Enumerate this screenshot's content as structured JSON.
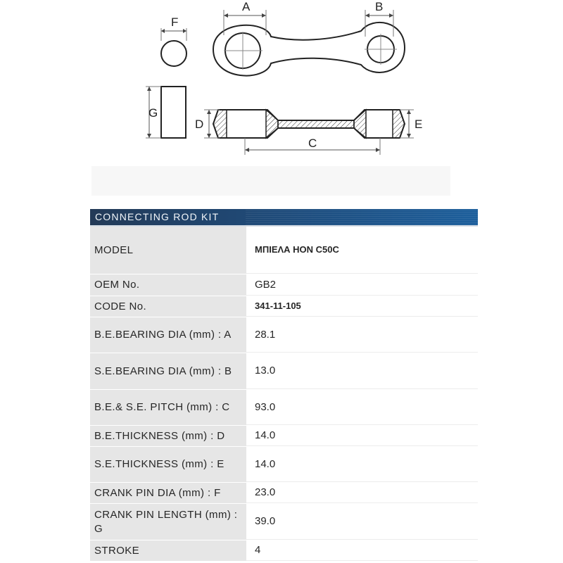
{
  "diagram": {
    "labels": {
      "A": "A",
      "B": "B",
      "C": "C",
      "D": "D",
      "E": "E",
      "F": "F",
      "G": "G"
    }
  },
  "kit": {
    "title": "CONNECTING ROD KIT",
    "rows": [
      {
        "label": "MODEL",
        "value": "ΜΠΙΕΛΑ HON C50C",
        "bold": true
      },
      {
        "label": "OEM No.",
        "value": "GB2",
        "bold": false
      },
      {
        "label": "CODE No.",
        "value": "341-11-105",
        "bold": true
      },
      {
        "label": "B.E.BEARING DIA (mm) : A",
        "value": "28.1",
        "bold": false
      },
      {
        "label": "S.E.BEARING DIA (mm) : B",
        "value": "13.0",
        "bold": false
      },
      {
        "label": "B.E.& S.E. PITCH (mm) : C",
        "value": "93.0",
        "bold": false
      },
      {
        "label": "B.E.THICKNESS (mm) : D",
        "value": "14.0",
        "bold": false
      },
      {
        "label": "S.E.THICKNESS (mm) : E",
        "value": "14.0",
        "bold": false
      },
      {
        "label": "CRANK PIN DIA (mm) : F",
        "value": "23.0",
        "bold": false
      },
      {
        "label": "CRANK PIN LENGTH (mm) : G",
        "value": "39.0",
        "bold": false
      },
      {
        "label": "STROKE",
        "value": "4",
        "bold": false
      }
    ]
  },
  "colors": {
    "header": "#1f4a78",
    "label_bg": "#e6e6e6"
  }
}
